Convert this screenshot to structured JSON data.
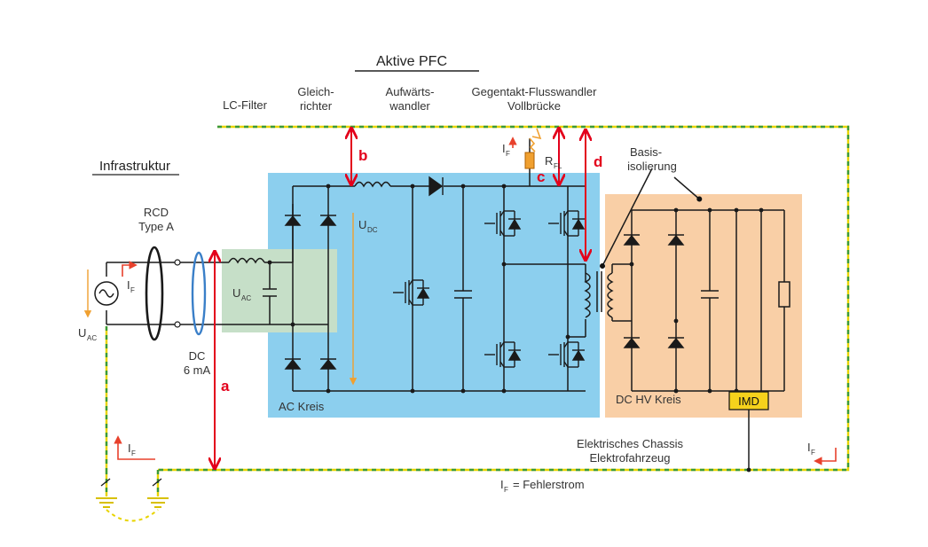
{
  "header": {
    "pfc_title": "Aktive PFC",
    "lc_filter": "LC-Filter",
    "rectifier_line1": "Gleich-",
    "rectifier_line2": "richter",
    "boost_line1": "Aufwärts-",
    "boost_line2": "wandler",
    "converter_line1": "Gegentakt-Flusswandler",
    "converter_line2": "Vollbrücke"
  },
  "labels": {
    "infrastructure": "Infrastruktur",
    "rcd_line1": "RCD",
    "rcd_line2": "Type A",
    "dc_line1": "DC",
    "dc_line2": "6 mA",
    "u_ac": "U",
    "u_ac_sub": "AC",
    "u_ac_source": "U",
    "u_ac_source_sub": "AC",
    "u_dc": "U",
    "u_dc_sub": "DC",
    "i_f": "I",
    "i_f_sub": "F",
    "r_fl": "R",
    "r_fl_sub": "FL",
    "basis_line1": "Basis-",
    "basis_line2": "isolierung",
    "ac_circuit": "AC Kreis",
    "dc_hv_circuit": "DC HV Kreis",
    "imd": "IMD",
    "chassis_line1": "Elektrisches Chassis",
    "chassis_line2": "Elektrofahrzeug",
    "fault_current": "= Fehlerstrom"
  },
  "markers": {
    "a": "a",
    "b": "b",
    "c": "c",
    "d": "d"
  },
  "colors": {
    "ac_zone": "#8ccfee",
    "filter_zone": "#c6dfc8",
    "dc_zone": "#f9cfa6",
    "imd_box": "#f6d21c",
    "measure_arrow": "#e3001b",
    "current_arrow": "#e8412c",
    "voltage_arrow": "#f0a030",
    "ground_dash_yellow": "#e8d400",
    "ground_dash_green": "#3a9a3a",
    "wire": "#1a1a1a"
  }
}
